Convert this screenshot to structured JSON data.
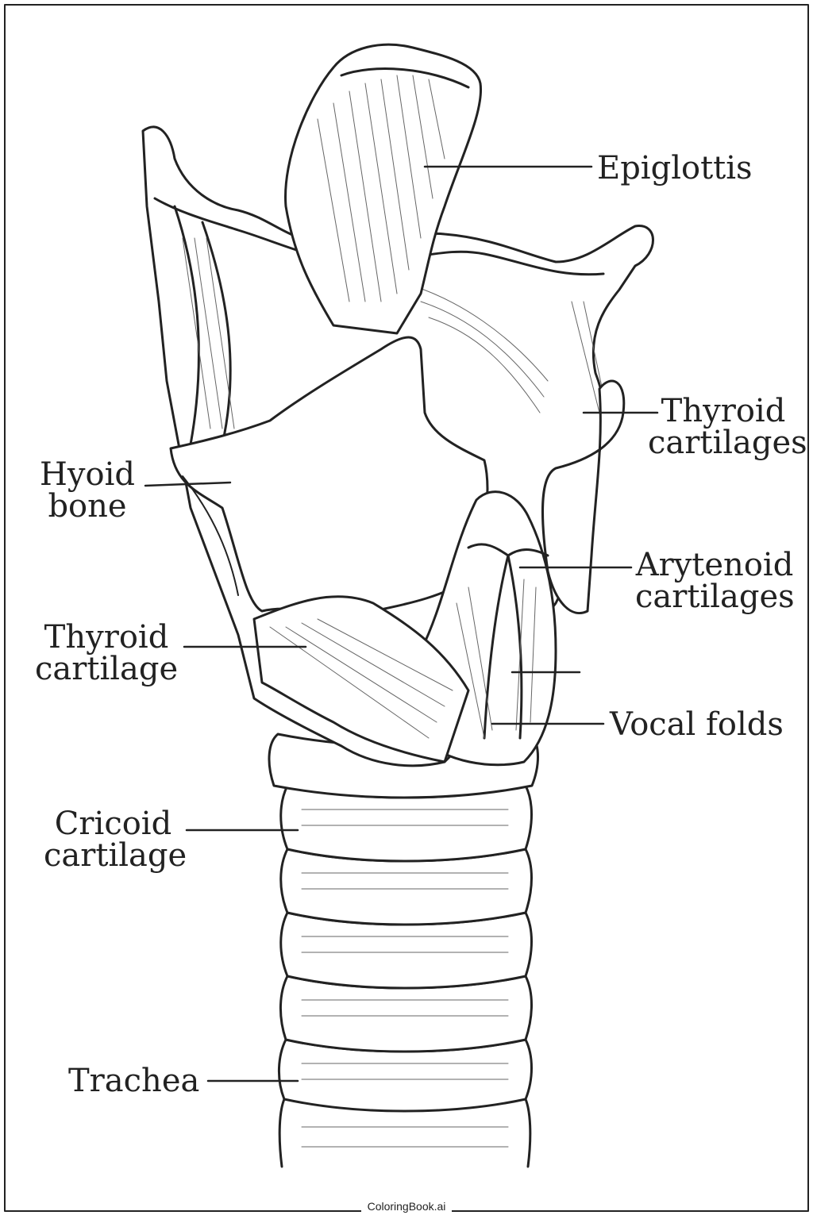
{
  "labels": {
    "epiglottis": "Epiglottis",
    "thyroid_cartilages": [
      "Thyroid",
      "cartilages"
    ],
    "hyoid_bone": [
      "Hyoid",
      "bone"
    ],
    "arytenoid_cartilages": [
      "Arytenoid",
      "cartilages"
    ],
    "thyroid_cartilage": [
      "Thyroid",
      "cartilage"
    ],
    "vocal_folds": "Vocal folds",
    "cricoid_cartilage": [
      "Cricoid",
      "cartilage"
    ],
    "trachea": "Trachea"
  },
  "footer": {
    "brand": "ColoringBook.ai"
  },
  "colors": {
    "ink": "#222222",
    "paper": "#ffffff"
  }
}
